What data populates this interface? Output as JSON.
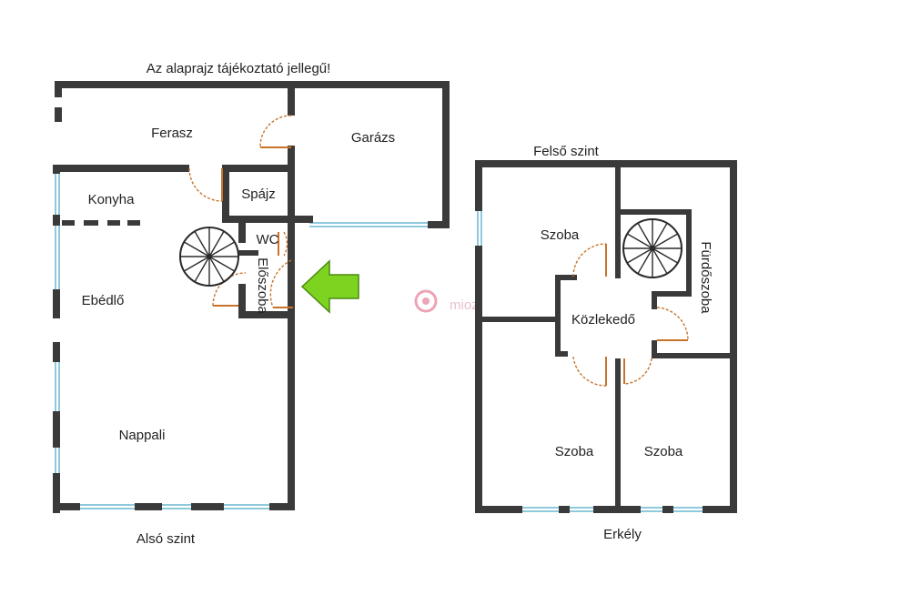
{
  "header": {
    "note": "Az alaprajz tájékoztató jellegű!"
  },
  "lower_floor": {
    "title": "Alsó szint",
    "rooms": {
      "ferasz": "Ferasz",
      "garazs": "Garázs",
      "konyha": "Konyha",
      "spajz": "Spájz",
      "wc": "WC",
      "eloszoba": "Előszoba",
      "ebedlo": "Ebédlő",
      "nappali": "Nappali"
    }
  },
  "upper_floor": {
    "title": "Felső szint",
    "rooms": {
      "szoba_top": "Szoba",
      "furdoszoba": "Fürdőszoba",
      "kozlekedo": "Közlekedő",
      "szoba_left": "Szoba",
      "szoba_right": "Szoba"
    },
    "balcony": "Erkély"
  },
  "watermark": {
    "text": "mioz"
  },
  "colors": {
    "wall": "#3a3a3a",
    "window": "#8fc9dc",
    "door": "#c8732a",
    "entrance_arrow": "#7ed321"
  },
  "icons": [
    "spiral-staircase-icon",
    "entrance-arrow-icon"
  ]
}
